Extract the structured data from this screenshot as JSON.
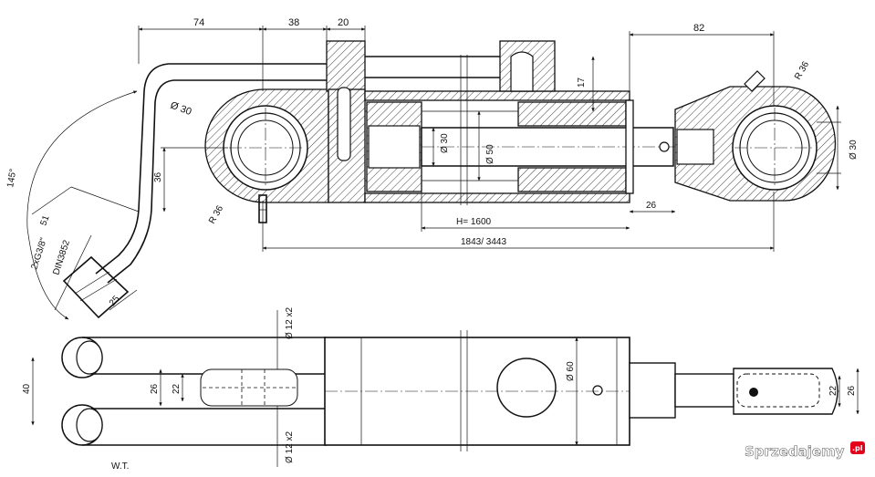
{
  "dimensions": {
    "top_74": "74",
    "top_38": "38",
    "top_20": "20",
    "top_82": "82",
    "eye_dia_left": "Ø 30",
    "rod_dia": "Ø 30",
    "bore_dia": "Ø 50",
    "eye_dia_right": "Ø 30",
    "r36_left": "R 36",
    "r36_right": "R 36",
    "d17": "17",
    "d36": "36",
    "d26_mid": "26",
    "d51": "51",
    "angle_145": "145°",
    "port_thread": "2xG3/8\"",
    "port_std": "DIN3852",
    "d25": "25",
    "stroke": "H= 1600",
    "length": "1843/ 3443",
    "d40": "40",
    "d26_left": "26",
    "d22_left": "22",
    "pin_top": "Ø 12 x2",
    "pin_bottom": "Ø 12 x2",
    "barrel_dia": "Ø 60",
    "d22_right": "22",
    "d26_right": "26"
  },
  "signature": "W.T.",
  "watermark": {
    "brand": "Sprzedajemy",
    "badge": ".pl",
    "brand_color": "#ffffff",
    "badge_color": "#e2001a"
  }
}
